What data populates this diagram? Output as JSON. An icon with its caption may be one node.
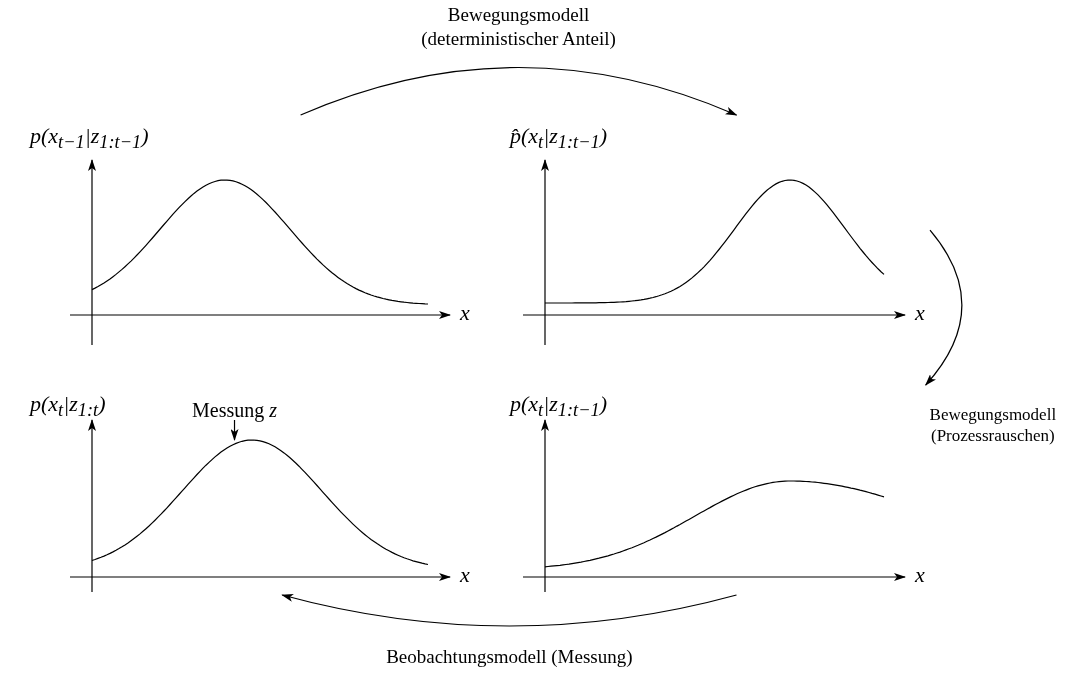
{
  "diagram": {
    "nodes": [
      {
        "text": [
          "p(x$_{t−1}$|z$_{1:t−1}$)",
          "x"
        ]
      },
      {
        "text": [
          "p̂(x$_{t}$|z$_{1:t−1}$)",
          "x"
        ]
      },
      {
        "text": [
          "p(x$_{t}$|z$_{1:t}$)",
          "x"
        ]
      },
      {
        "text": [
          "p(x$_{t}$|z$_{1:t−1}$)",
          "x"
        ]
      },
      {
        "text": [
          "Messung *z*"
        ],
        "in": 2
      }
    ],
    "edges": [
      {
        "from": 0,
        "to": 1,
        "arrow": "to",
        "label": "Bewegungsmodell (deterministischer Anteil)"
      },
      {
        "from": 1,
        "to": 3,
        "arrow": "to",
        "label": "Bewegungsmodell (Prozessrauschen)"
      },
      {
        "from": 3,
        "to": 2,
        "arrow": "to",
        "label": "Beobachtungsmodell (Messung)"
      },
      {
        "from": 4,
        "to": null,
        "arrow": "to"
      }
    ]
  }
}
